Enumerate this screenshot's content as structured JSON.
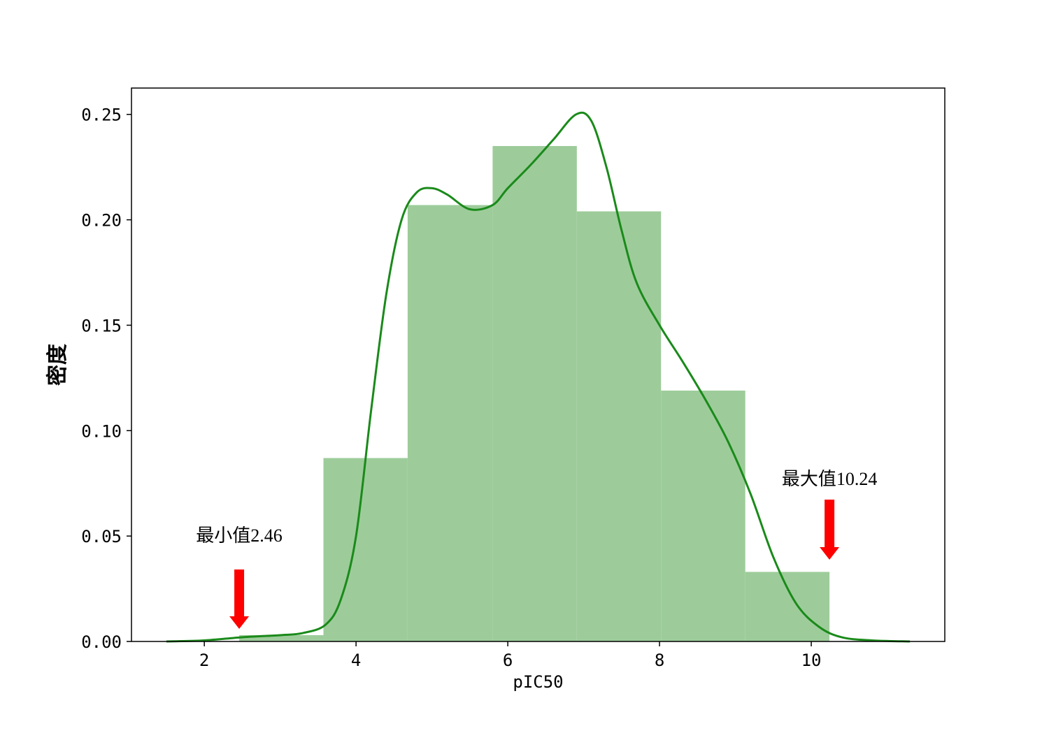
{
  "chart_data": {
    "type": "bar",
    "xlabel": "pIC50",
    "ylabel": "密度",
    "xlim": [
      1.04,
      11.76
    ],
    "ylim": [
      0,
      0.2625
    ],
    "xticks": [
      2,
      4,
      6,
      8,
      10
    ],
    "yticks": [
      0.0,
      0.05,
      0.1,
      0.15,
      0.2,
      0.25
    ],
    "xtick_labels": [
      "2",
      "4",
      "6",
      "8",
      "10"
    ],
    "ytick_labels": [
      "0.00",
      "0.05",
      "0.10",
      "0.15",
      "0.20",
      "0.25"
    ],
    "grid": false,
    "bar_color": "#9dcc9a",
    "line_color": "#1a8a1a",
    "histogram": {
      "bin_edges": [
        2.46,
        3.57,
        4.68,
        5.8,
        6.91,
        8.02,
        9.13,
        10.24
      ],
      "density": [
        0.003,
        0.087,
        0.207,
        0.235,
        0.204,
        0.119,
        0.033
      ]
    },
    "kde": {
      "x": [
        1.5,
        2.0,
        2.5,
        3.0,
        3.3,
        3.6,
        3.8,
        4.0,
        4.2,
        4.4,
        4.6,
        4.8,
        5.0,
        5.2,
        5.5,
        5.8,
        6.0,
        6.3,
        6.6,
        6.9,
        7.1,
        7.3,
        7.5,
        7.7,
        8.0,
        8.3,
        8.6,
        8.9,
        9.2,
        9.5,
        9.8,
        10.1,
        10.4,
        10.8,
        11.3
      ],
      "y": [
        0.0,
        0.0005,
        0.002,
        0.003,
        0.004,
        0.008,
        0.02,
        0.05,
        0.11,
        0.165,
        0.2,
        0.213,
        0.215,
        0.212,
        0.205,
        0.207,
        0.215,
        0.226,
        0.238,
        0.25,
        0.247,
        0.225,
        0.195,
        0.17,
        0.15,
        0.133,
        0.115,
        0.095,
        0.07,
        0.04,
        0.018,
        0.007,
        0.002,
        0.0005,
        0.0
      ]
    },
    "annotations": [
      {
        "text": "最小值2.46",
        "x": 2.46,
        "arrow_color": "#ff0000"
      },
      {
        "text": "最大值10.24",
        "x": 10.24,
        "arrow_color": "#ff0000"
      }
    ]
  }
}
